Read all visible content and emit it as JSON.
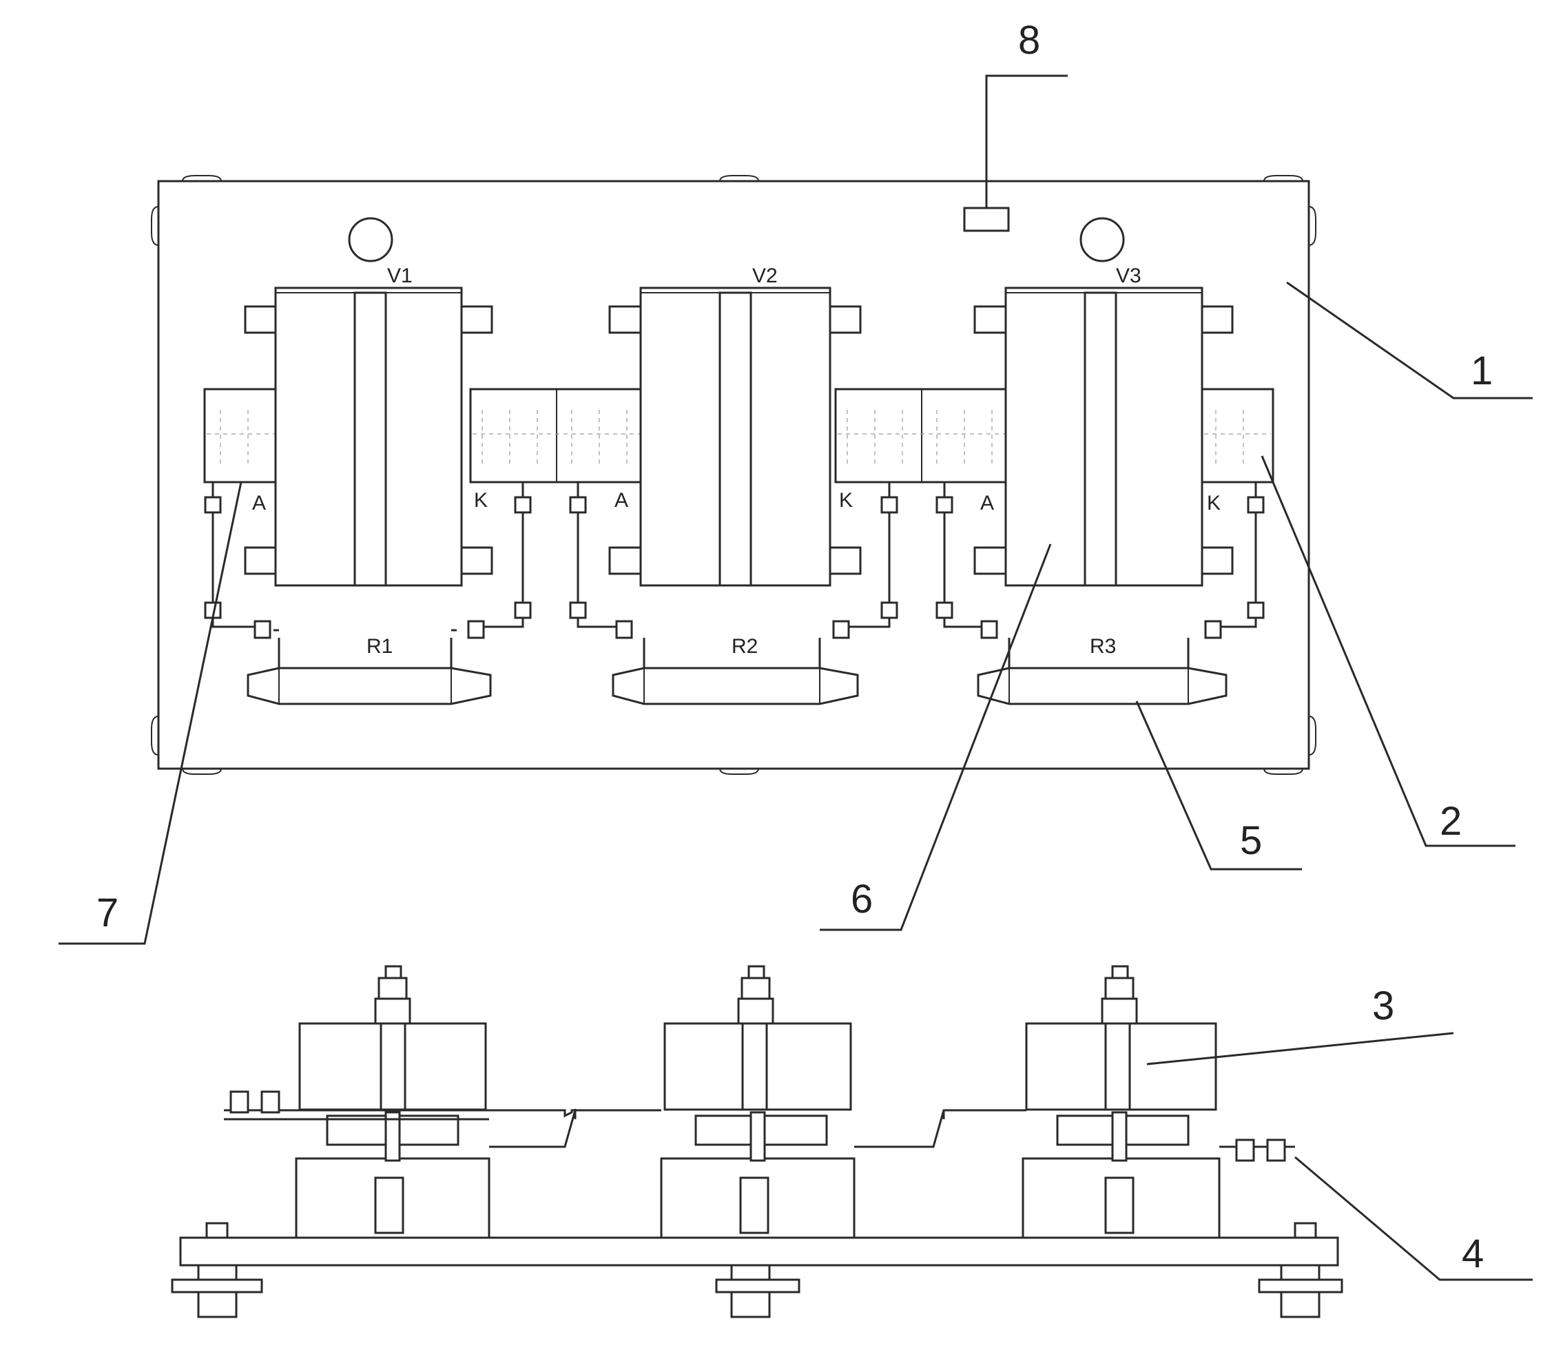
{
  "diagram": {
    "callouts": {
      "c1": "1",
      "c2": "2",
      "c3": "3",
      "c4": "4",
      "c5": "5",
      "c6": "6",
      "c7": "7",
      "c8": "8"
    },
    "thyristors": [
      "V1",
      "V2",
      "V3"
    ],
    "resistors": [
      "R1",
      "R2",
      "R3"
    ],
    "terminals": {
      "v1_anode": "A",
      "v1_cathode": "K",
      "v2_anode": "A",
      "v2_cathode": "K",
      "v3_anode": "A",
      "v3_cathode": "K"
    }
  }
}
